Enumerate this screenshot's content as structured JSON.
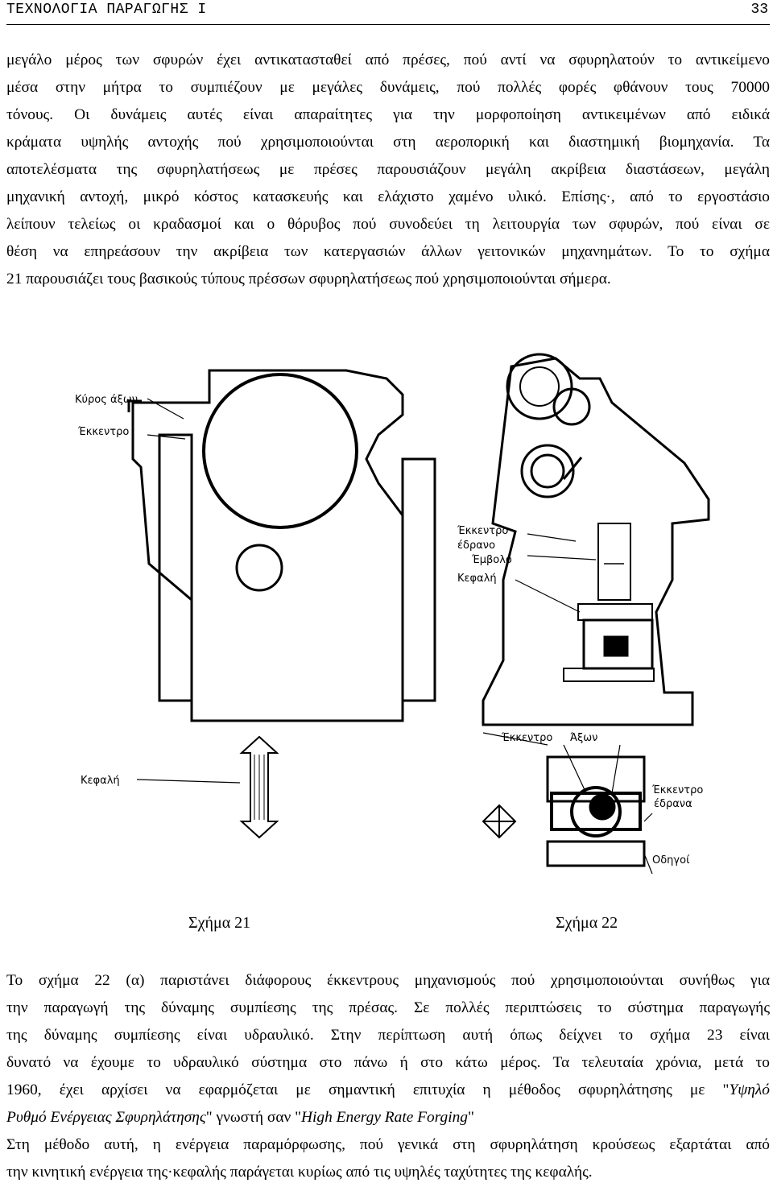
{
  "header": {
    "title": "ΤΕΧΝΟΛΟΓΙΑ ΠΑΡΑΓΩΓΗΣ Ι",
    "page_number": "33"
  },
  "paragraph1": [
    "μεγάλο μέρος των σφυρών έχει αντικατασταθεί από πρέσες, πού αντί να σφυρηλατούν το αντικείμενο",
    "μέσα στην μήτρα το συμπιέζουν με μεγάλες δυνάμεις, πού πολλές φορές φθάνουν τους 70000",
    "τόνους. Οι δυνάμεις αυτές είναι απαραίτητες για την μορφοποίηση αντικειμένων από ειδικά",
    "κράματα υψηλής αντοχής πού χρησιμοποιούνται στη αεροπορική και διαστημική βιομηχανία.",
    "αποτελέσματα της σφυρηλατήσεως με πρέσες παρουσιάζουν μεγάλη ακρίβεια διαστάσεων, μεγάλη",
    "μηχανική αντοχή, μικρό κόστος κατασκευής και ελάχιστο χαμένο υλικό. Επίσης·, από το εργοστάσιο",
    "λείπουν τελείως οι κραδασμοί και ο θόρυβος πού συνοδεύει τη λειτουργία των σφυρών, πού είναι σε",
    "θέση να επηρεάσουν  την ακρίβεια των κατεργασιών άλλων γειτονικών μηχανημάτων.",
    "21 παρουσιάζει τους βασικούς τύπους πρέσσων σφυρηλατήσεως πού χρησιμοποιούνται σήμερα."
  ],
  "paragraph1_line4_end": "Τα",
  "paragraph1_line8_end": "Το το σχήμα",
  "figure21": {
    "caption": "Σχήμα 21",
    "labels": {
      "shaft_bearings": "Κύρος άξων",
      "eccentric": "Έκκεντρο",
      "head": "Κεφαλή"
    }
  },
  "figure22": {
    "caption": "Σχήμα 22",
    "labels_a": {
      "eccentric_bearing_1": "Έκκεντρο",
      "eccentric_bearing_2": "έδρανο",
      "ram": "Έμβολο",
      "head": "Κεφαλή"
    },
    "labels_b": {
      "eccentric": "Έκκεντρο",
      "shaft": "Άξων",
      "eccentric_bearings_1": "Έκκεντρο",
      "eccentric_bearings_2": "έδρανα",
      "guide": "Οδηγοί"
    }
  },
  "paragraph2": {
    "lines": [
      "Το σχήμα 22 (α) παριστάνει διάφορους έκκεντρους μηχανισμούς πού χρησιμοποιούνται συνήθως για",
      "την παραγωγή της δύναμης συμπίεσης της πρέσας. Σε πολλές περιπτώσεις το σύστημα παραγωγής",
      "της δύναμης συμπίεσης είναι υδραυλικό. Στην περίπτωση αυτή όπως δείχνει το σχήμα 23 είναι",
      "δυνατό να έχουμε το υδραυλικό σύστημα στο πάνω ή στο κάτω μέρος. Τα τελευταία χρόνια, μετά το"
    ],
    "line5_start": "1960, έχει αρχίσει να εφαρμόζεται με σημαντική επιτυχία η μέθοδος σφυρηλάτησης με \"",
    "line5_italic": "Υψηλό",
    "line6_italic": "Ρυθμό Ενέργειας Σφυρηλάτησης",
    "line6_mid": "\" γνωστή σαν \"",
    "line6_italic2": "High Energy Rate Forging",
    "line6_end": "\"",
    "line7": "Στη μέθοδο αυτή, η ενέργεια παραμόρφωσης, πού γενικά στη σφυρηλάτηση κρούσεως εξαρτάται από",
    "line8": "την κινητική ενέργεια της·κεφαλής παράγεται κυρίως από τις υψηλές ταχύτητες της κεφαλής."
  }
}
